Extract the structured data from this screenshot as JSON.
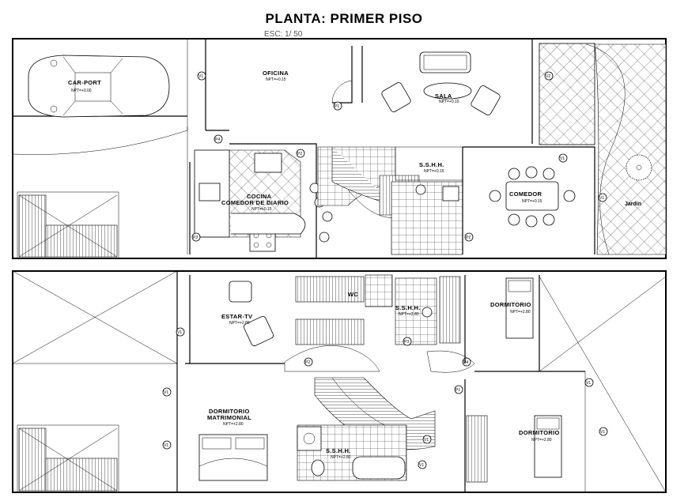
{
  "title": "PLANTA: PRIMER PISO",
  "scale": "ESC: 1/ 50",
  "rooms": {
    "carport": "CAR-PORT",
    "oficina": "OFICINA",
    "sala": "SALA",
    "cocina_1": "COCINA",
    "cocina_2": "COMEDOR DE DIARIO",
    "sshh_1": "S.S.H.H.",
    "comedor": "COMEDOR",
    "jardin": "Jardin",
    "estar": "ESTAR-TV",
    "wc": "WC",
    "sshh_2": "S.S.H.H.",
    "dorm_1": "DORMITORIO",
    "dorm_mat_1": "DORMITORIO",
    "dorm_mat_2": "MATRIMONIAL",
    "sshh_3": "S.S.H.H.",
    "dorm_2": "DORMITORIO"
  },
  "level_tags": {
    "carport": "NPT=+0.00",
    "oficina": "NPT=+0.15",
    "sala": "NPT=+0.15",
    "cocina": "NPT=+0.15",
    "sshh_1": "NPT=+0.15",
    "comedor": "NPT=+0.15",
    "estar": "NPT=+2.80",
    "sshh_2": "NPT=+2.80",
    "dorm_1": "NPT=+2.80",
    "dorm_mat": "NPT=+2.80",
    "sshh_3": "NPT=+2.80",
    "dorm_2": "NPT=+2.80"
  },
  "markers": {
    "v1": "V1",
    "v2": "V2",
    "p1": "P1",
    "p2": "P2",
    "p3": "P3",
    "p4": "P4"
  }
}
